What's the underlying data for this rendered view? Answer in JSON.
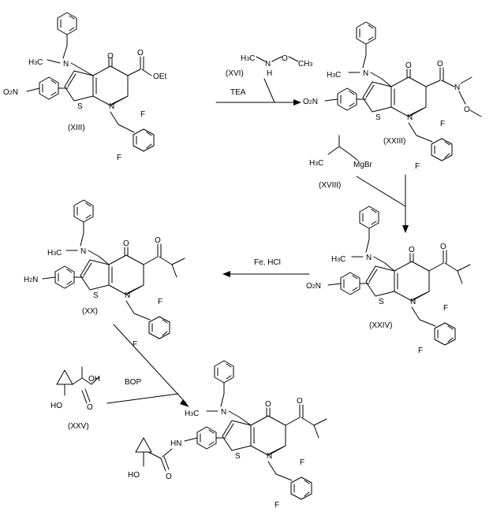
{
  "atoms": {
    "O": "O",
    "OEt": "OEt",
    "N": "N",
    "S": "S",
    "F": "F",
    "H": "H",
    "HO": "HO",
    "OH": "OH",
    "MgBr": "MgBr",
    "C": "C",
    "NO": "NO",
    "HN": "HN",
    "two": "2",
    "three": "3"
  },
  "compounds": {
    "xiii": "(XIII)",
    "xvi": "(XVI)",
    "xxiii": "(XXIII)",
    "xviii": "(XVIII)",
    "xxiv": "(XXIV)",
    "xx": "(XX)",
    "xxv": "(XXV)"
  },
  "conditions": {
    "tea": "TEA",
    "fe_hcl": "Fe, HCl",
    "bop": "BOP"
  }
}
